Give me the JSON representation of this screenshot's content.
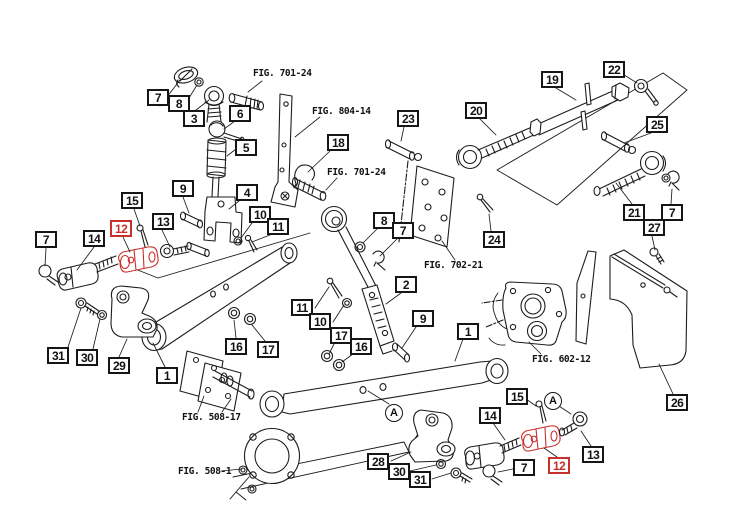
{
  "colors": {
    "background": "#ffffff",
    "line": "#1c1c1c",
    "highlight": "#c9302c"
  },
  "callouts": [
    {
      "text": "7",
      "variant": "black"
    },
    {
      "text": "8",
      "variant": "black"
    },
    {
      "text": "3",
      "variant": "black"
    },
    {
      "text": "6",
      "variant": "black"
    },
    {
      "text": "5",
      "variant": "black"
    },
    {
      "text": "9",
      "variant": "black"
    },
    {
      "text": "4",
      "variant": "black"
    },
    {
      "text": "15",
      "variant": "black"
    },
    {
      "text": "12",
      "variant": "red"
    },
    {
      "text": "13",
      "variant": "black"
    },
    {
      "text": "10",
      "variant": "black"
    },
    {
      "text": "11",
      "variant": "black"
    },
    {
      "text": "7",
      "variant": "black"
    },
    {
      "text": "14",
      "variant": "black"
    },
    {
      "text": "18",
      "variant": "black"
    },
    {
      "text": "19",
      "variant": "black"
    },
    {
      "text": "22",
      "variant": "black"
    },
    {
      "text": "20",
      "variant": "black"
    },
    {
      "text": "23",
      "variant": "black"
    },
    {
      "text": "25",
      "variant": "black"
    },
    {
      "text": "21",
      "variant": "black"
    },
    {
      "text": "7",
      "variant": "black"
    },
    {
      "text": "27",
      "variant": "black"
    },
    {
      "text": "24",
      "variant": "black"
    },
    {
      "text": "8",
      "variant": "black"
    },
    {
      "text": "7",
      "variant": "black"
    },
    {
      "text": "2",
      "variant": "black"
    },
    {
      "text": "9",
      "variant": "black"
    },
    {
      "text": "1",
      "variant": "black"
    },
    {
      "text": "11",
      "variant": "black"
    },
    {
      "text": "10",
      "variant": "black"
    },
    {
      "text": "17",
      "variant": "black"
    },
    {
      "text": "16",
      "variant": "black"
    },
    {
      "text": "16",
      "variant": "black"
    },
    {
      "text": "17",
      "variant": "black"
    },
    {
      "text": "1",
      "variant": "black"
    },
    {
      "text": "31",
      "variant": "black"
    },
    {
      "text": "30",
      "variant": "black"
    },
    {
      "text": "29",
      "variant": "black"
    },
    {
      "text": "15",
      "variant": "black"
    },
    {
      "text": "14",
      "variant": "black"
    },
    {
      "text": "13",
      "variant": "black"
    },
    {
      "text": "12",
      "variant": "red"
    },
    {
      "text": "7",
      "variant": "black"
    },
    {
      "text": "28",
      "variant": "black"
    },
    {
      "text": "30",
      "variant": "black"
    },
    {
      "text": "31",
      "variant": "black"
    },
    {
      "text": "26",
      "variant": "black"
    }
  ],
  "figure_refs": [
    {
      "text": "FIG. 701-24"
    },
    {
      "text": "FIG. 804-14"
    },
    {
      "text": "FIG. 701-24"
    },
    {
      "text": "FIG. 702-21"
    },
    {
      "text": "FIG. 602-12"
    },
    {
      "text": "FIG. 508-17"
    },
    {
      "text": "FIG. 508-1"
    }
  ],
  "circled_letters": [
    {
      "text": "A"
    },
    {
      "text": "A"
    }
  ]
}
